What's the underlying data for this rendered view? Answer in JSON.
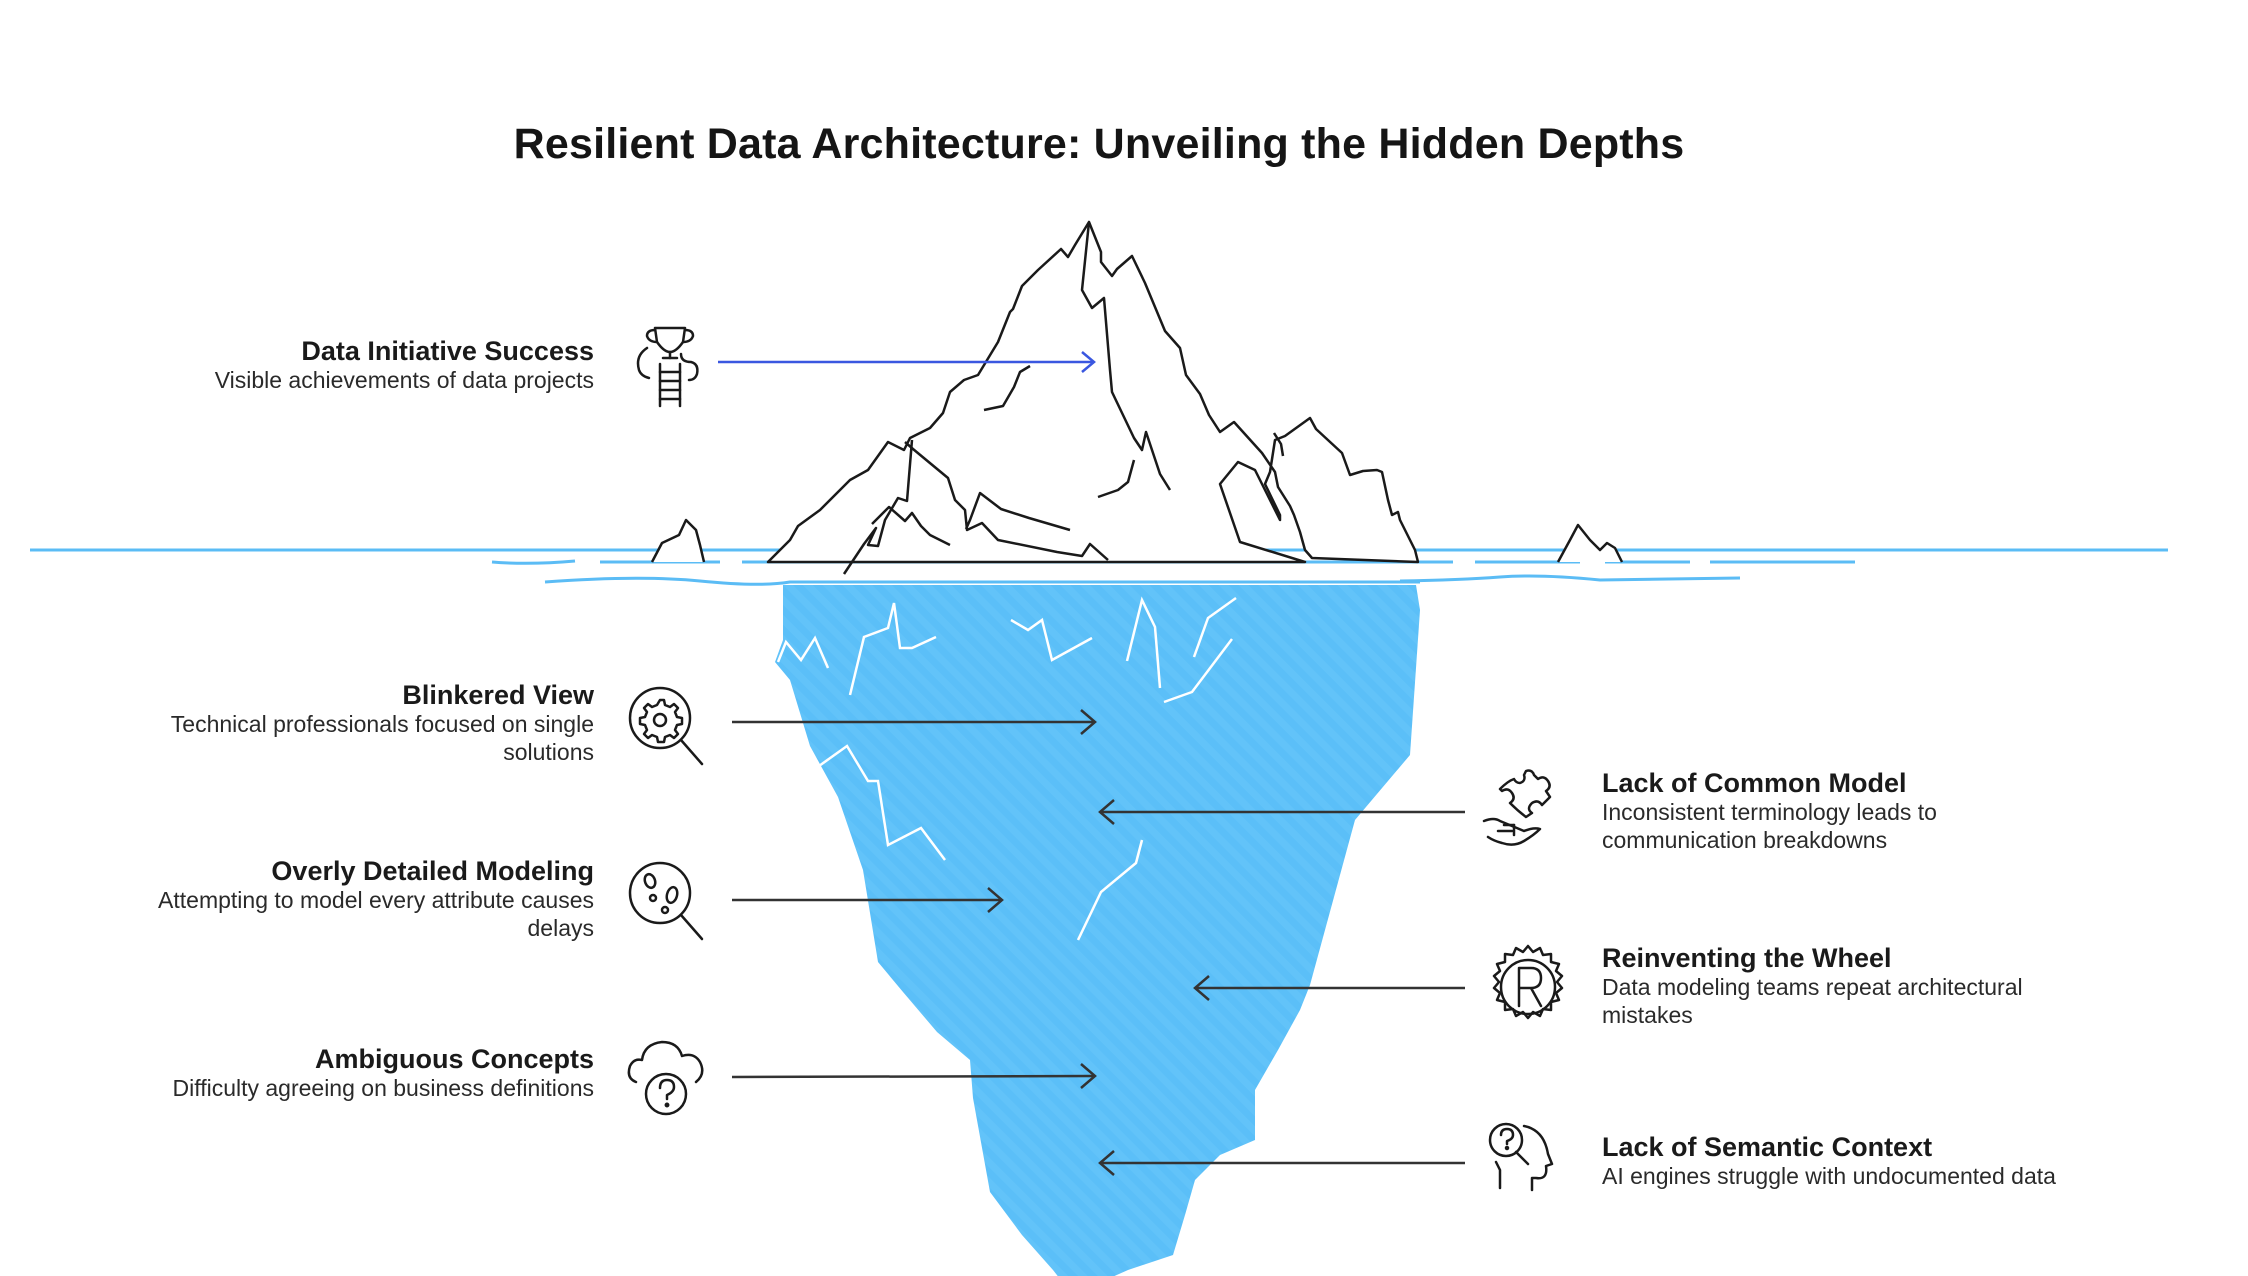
{
  "title": "Resilient Data Architecture: Unveiling the Hidden Depths",
  "colors": {
    "water_line": "#5bbcf5",
    "iceberg_underwater": "#5bbff8",
    "outline": "#1a1a1a",
    "visible_arrow": "#3a57e0",
    "hidden_arrow": "#333333"
  },
  "above_water": [
    {
      "id": "data-initiative-success",
      "heading": "Data Initiative Success",
      "description": "Visible achievements of data projects",
      "icon": "trophy-ladder-icon",
      "side": "left"
    }
  ],
  "below_water_left": [
    {
      "id": "blinkered-view",
      "heading": "Blinkered View",
      "description_lines": [
        "Technical professionals focused on single",
        "solutions"
      ],
      "icon": "gear-magnifier-icon"
    },
    {
      "id": "overly-detailed-modeling",
      "heading": "Overly Detailed Modeling",
      "description_lines": [
        "Attempting to model every attribute causes",
        "delays"
      ],
      "icon": "magnifier-details-icon"
    },
    {
      "id": "ambiguous-concepts",
      "heading": "Ambiguous Concepts",
      "description_lines": [
        "Difficulty agreeing on business definitions"
      ],
      "icon": "cloud-question-icon"
    }
  ],
  "below_water_right": [
    {
      "id": "lack-of-common-model",
      "heading": "Lack of Common Model",
      "description_lines": [
        "Inconsistent terminology leads to",
        "communication breakdowns"
      ],
      "icon": "puzzle-hand-icon"
    },
    {
      "id": "reinventing-the-wheel",
      "heading": "Reinventing the Wheel",
      "description_lines": [
        "Data modeling teams repeat architectural",
        "mistakes"
      ],
      "icon": "gear-r-icon"
    },
    {
      "id": "lack-of-semantic-context",
      "heading": "Lack of Semantic Context",
      "description_lines": [
        "AI engines struggle with undocumented data"
      ],
      "icon": "head-question-icon"
    }
  ]
}
